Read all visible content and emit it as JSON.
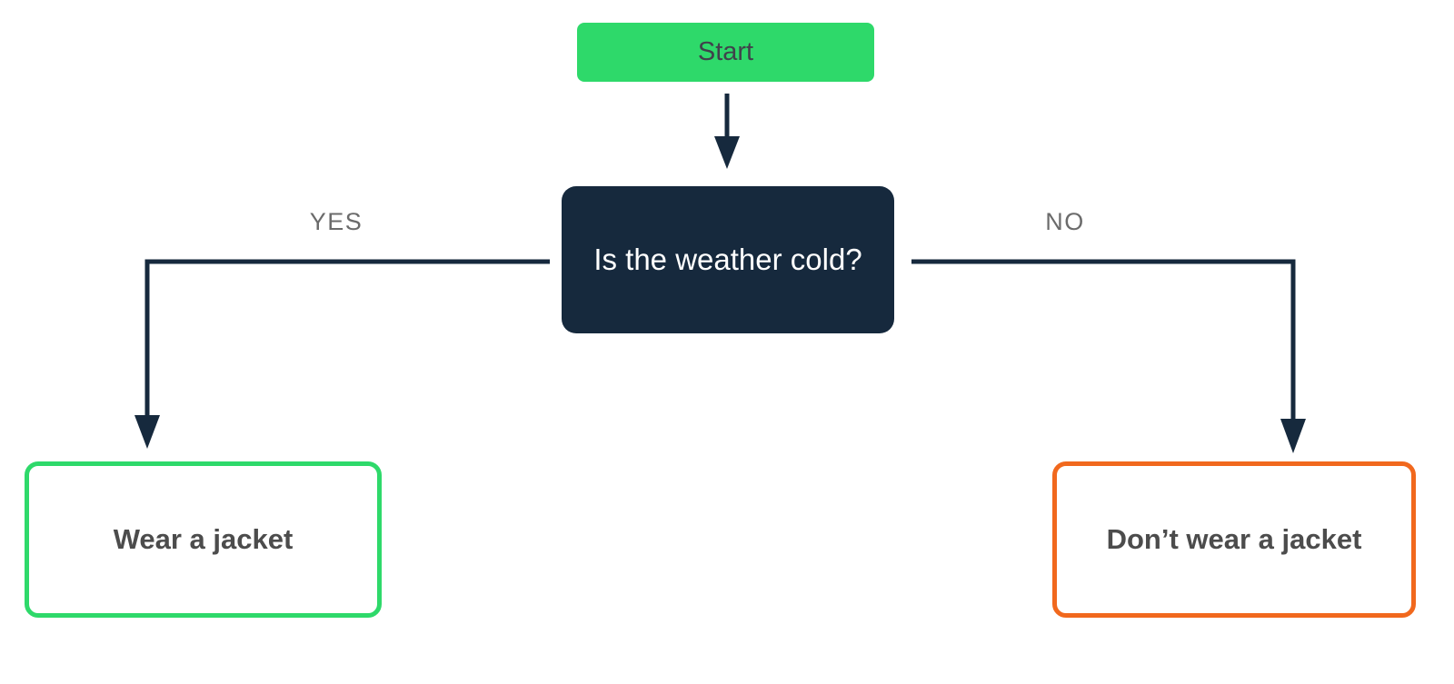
{
  "flowchart": {
    "nodes": {
      "start": {
        "label": "Start"
      },
      "decision": {
        "label": "Is the weather cold?"
      },
      "yes_result": {
        "label": "Wear a jacket"
      },
      "no_result": {
        "label": "Don’t wear a jacket"
      }
    },
    "edges": {
      "start_to_decision": {
        "from": "start",
        "to": "decision",
        "label": ""
      },
      "yes": {
        "from": "decision",
        "to": "yes_result",
        "label": "YES"
      },
      "no": {
        "from": "decision",
        "to": "no_result",
        "label": "NO"
      }
    }
  },
  "colors": {
    "green": "#2ED96A",
    "navy": "#16293D",
    "orange": "#F1681D",
    "edge-label": "#6B6B6B",
    "start-text": "#40424B",
    "result-text": "#4C4C4C",
    "decision-text": "#FFFFFF",
    "background": "#FFFFFF"
  }
}
